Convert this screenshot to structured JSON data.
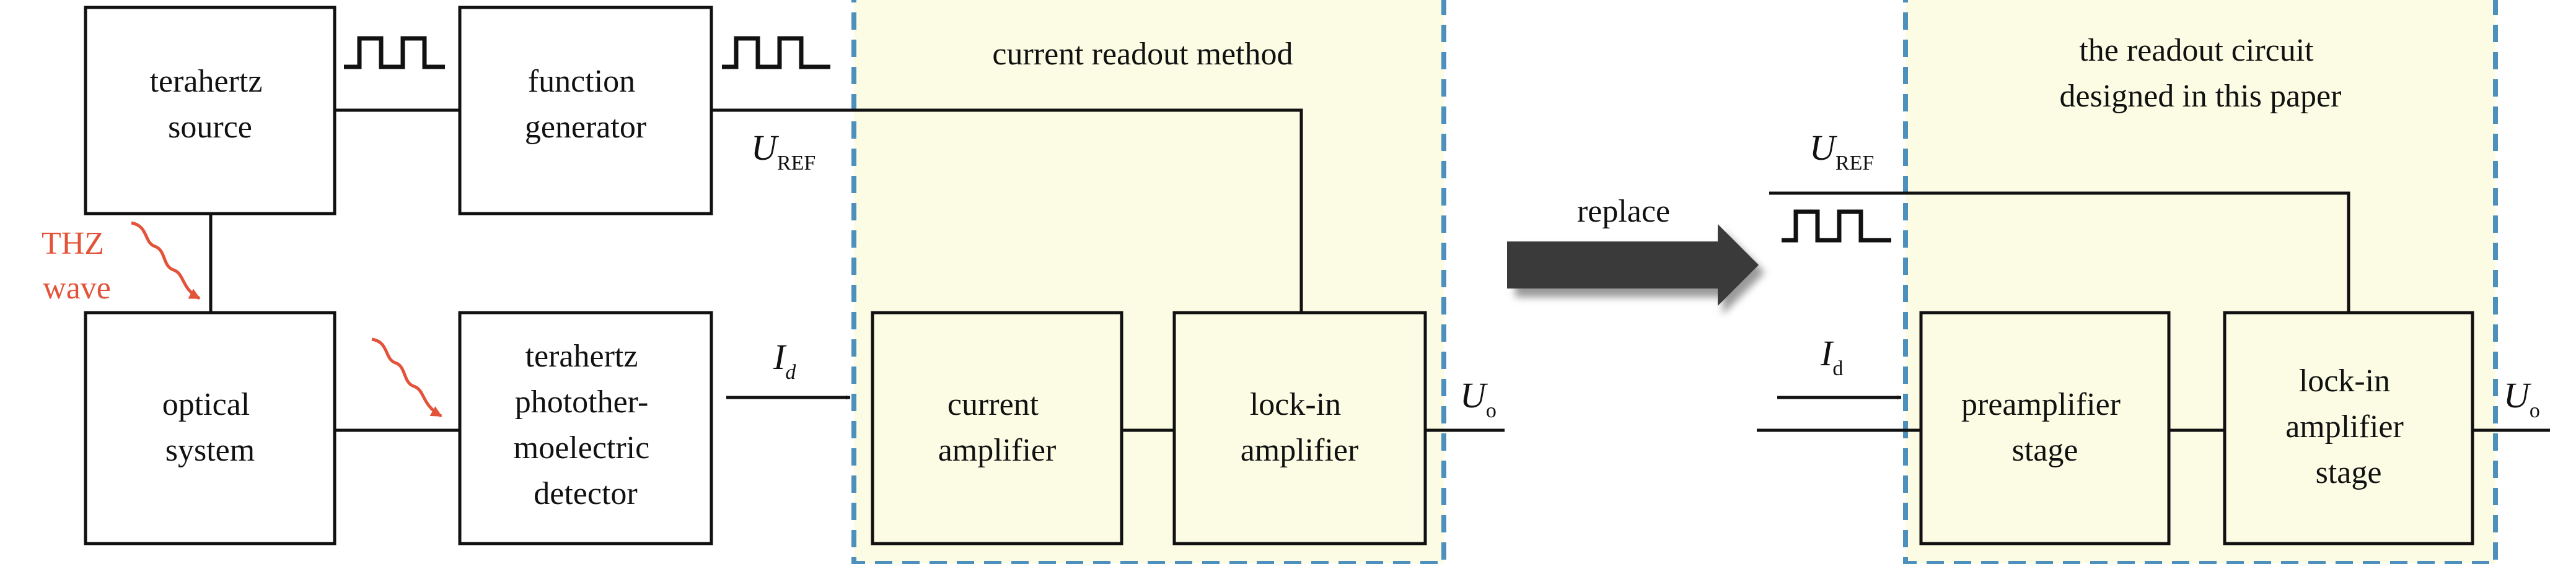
{
  "left_region": {
    "title": "current readout method"
  },
  "right_region": {
    "title_lines": [
      "the readout circuit",
      "designed in this paper"
    ]
  },
  "blocks": {
    "terahertz_source": [
      "terahertz",
      "source"
    ],
    "function_generator": [
      "function",
      "generator"
    ],
    "optical_system": [
      "optical",
      "system"
    ],
    "detector": [
      "terahertz",
      "photother-",
      "moelectric",
      "detector"
    ],
    "current_amplifier": [
      "current",
      "amplifier"
    ],
    "lockin_amplifier": [
      "lock-in",
      "amplifier"
    ],
    "preamplifier_stage": [
      "preamplifier",
      "stage"
    ],
    "lockin_amplifier_stage": [
      "lock-in",
      "amplifier",
      "stage"
    ]
  },
  "labels": {
    "thz_wave": [
      "THZ",
      "wave"
    ],
    "replace": "replace",
    "u_ref": {
      "main": "U",
      "sub": "REF"
    },
    "i_d": {
      "main": "I",
      "sub": "d"
    },
    "u_o": {
      "main": "U",
      "sub": "o"
    }
  },
  "colors": {
    "region_fill": "#fbfce3",
    "region_border": "#4d90bb",
    "wave_red": "#e2533a",
    "arrow_dark": "#3a3a3a"
  },
  "icons": {
    "square_wave": "square-wave-icon",
    "wavy_arrow": "wavy-arrow-icon",
    "replace_arrow": "thick-arrow-right-icon"
  }
}
